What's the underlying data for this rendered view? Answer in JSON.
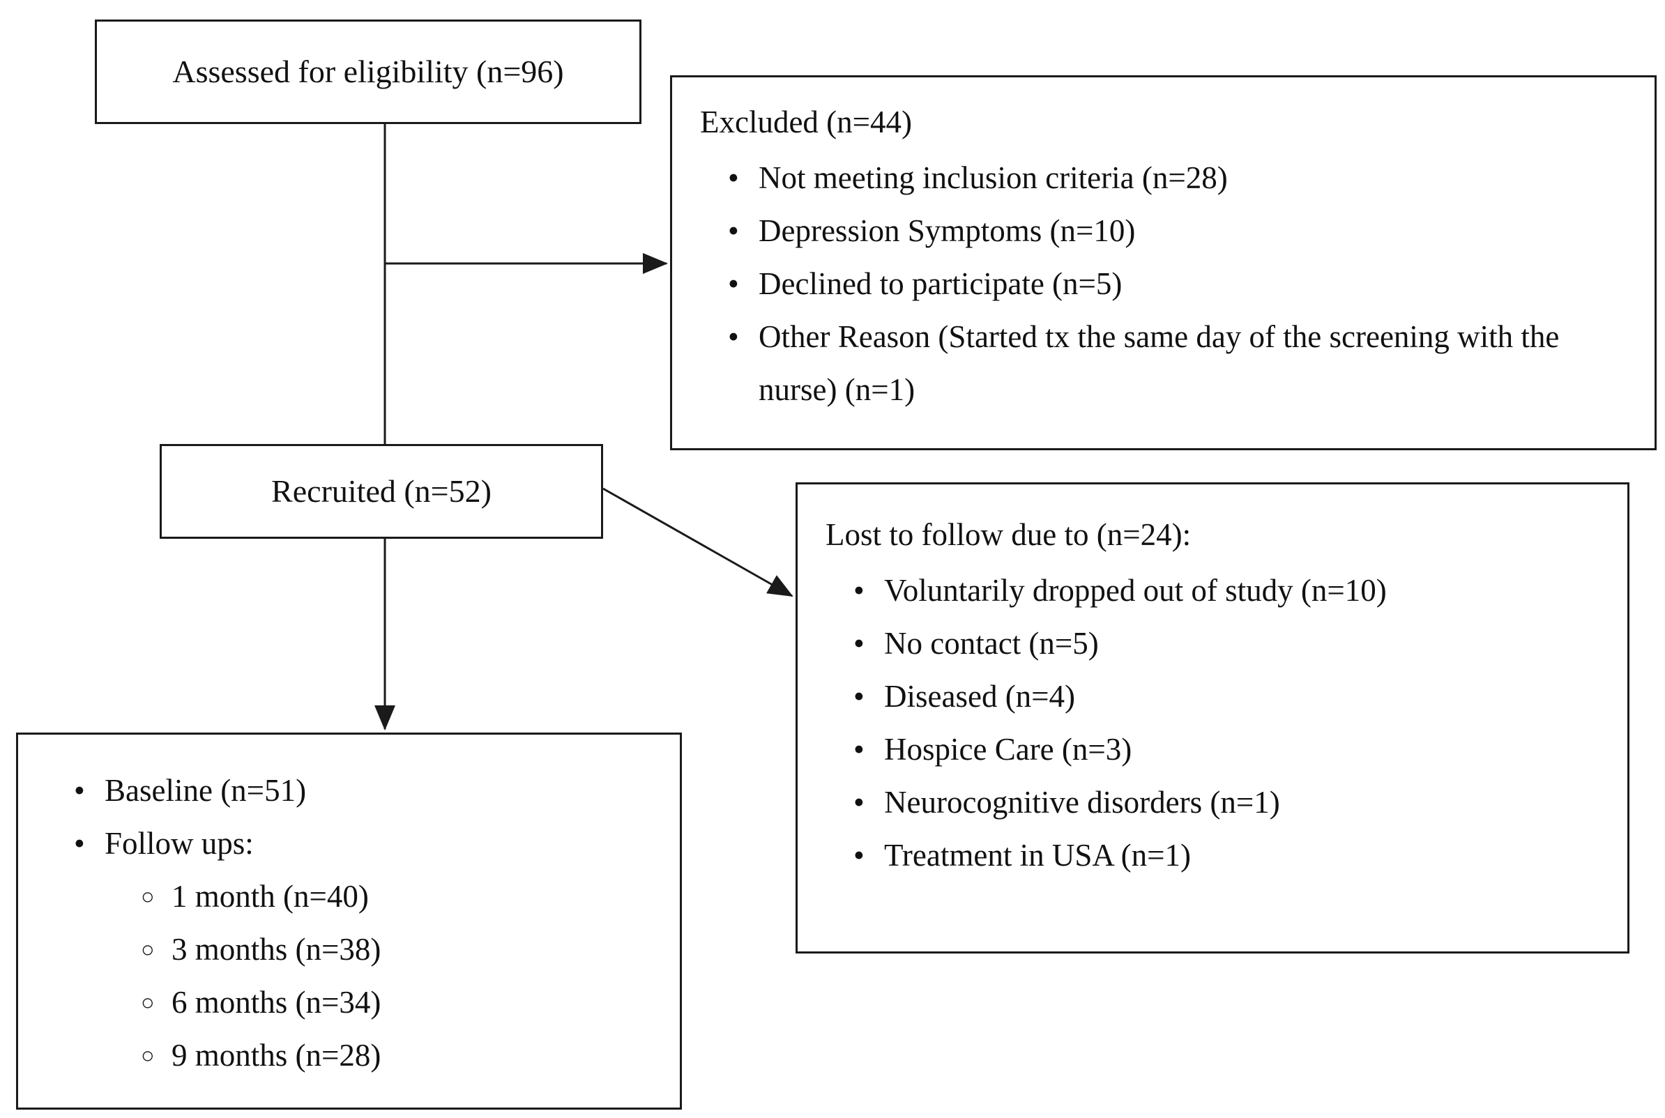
{
  "diagram": {
    "assessed": {
      "label": "Assessed for eligibility (n=96)"
    },
    "excluded": {
      "title": "Excluded (n=44)",
      "items": [
        "Not meeting inclusion criteria (n=28)",
        "Depression Symptoms (n=10)",
        "Declined to participate (n=5)",
        "Other Reason (Started tx the same day of the screening with the nurse) (n=1)"
      ]
    },
    "recruited": {
      "label": "Recruited (n=52)"
    },
    "lost": {
      "title": "Lost to follow due to (n=24):",
      "items": [
        "Voluntarily dropped out of study (n=10)",
        "No contact (n=5)",
        "Diseased (n=4)",
        "Hospice Care (n=3)",
        "Neurocognitive disorders (n=1)",
        "Treatment in USA (n=1)"
      ]
    },
    "followup": {
      "items": [
        "Baseline (n=51)",
        "Follow ups:"
      ],
      "subitems": [
        "1 month (n=40)",
        "3 months (n=38)",
        "6 months (n=34)",
        "9 months (n=28)"
      ]
    }
  },
  "icons": {
    "bullet": "•",
    "circle": "○"
  },
  "colors": {
    "line": "#1a1a1a",
    "text": "#111111",
    "background": "#ffffff"
  }
}
